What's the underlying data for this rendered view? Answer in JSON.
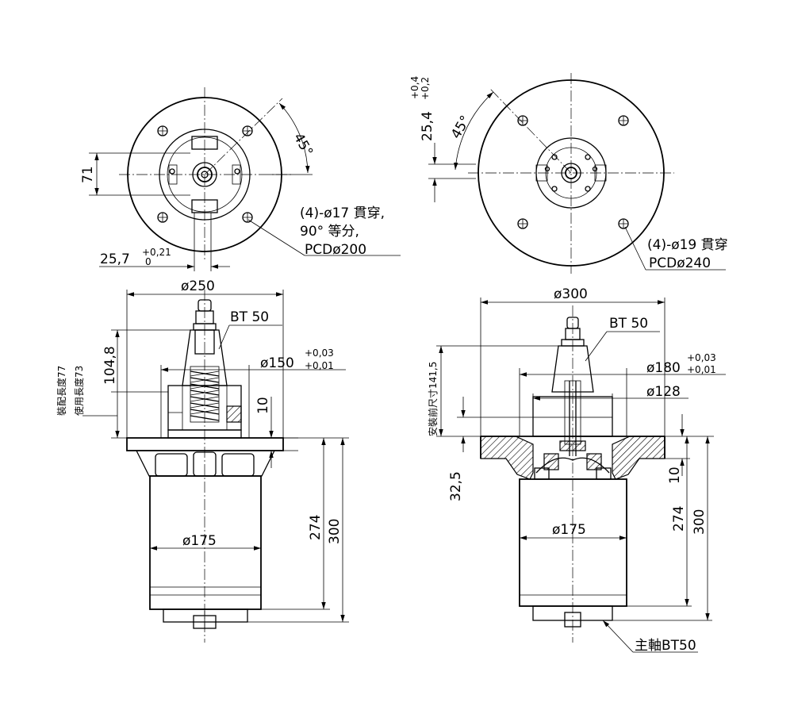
{
  "top_left": {
    "dim_71": "71",
    "dim_angle": "45°",
    "dim_offset": "25,7",
    "tol_upper": "+0,21",
    "tol_lower": "0",
    "holes_line1": "(4)-ø17 貫穿,",
    "holes_line2": "90° 等分,",
    "pcd": "PCDø200"
  },
  "top_right": {
    "dim_offset": "25,4",
    "tol_upper": "+0,4",
    "tol_lower": "+0,2",
    "dim_angle": "45°",
    "holes": "(4)-ø19 貫穿",
    "pcd": "PCDø240"
  },
  "bottom_left": {
    "dia_flange": "ø250",
    "bt": "BT 50",
    "dia_150": "ø150",
    "tol_upper": "+0,03",
    "tol_lower": "+0,01",
    "dim_104": "104,8",
    "mount_len": "裝配長度77",
    "use_len": "使用長度73",
    "dim_10": "10",
    "dim_274": "274",
    "dim_300": "300",
    "dia_175": "ø175"
  },
  "bottom_right": {
    "dia_flange": "ø300",
    "bt": "BT 50",
    "dia_180": "ø180",
    "tol_upper": "+0,03",
    "tol_lower": "+0,01",
    "dia_128": "ø128",
    "install": "安裝前尺寸141,5",
    "dim_32": "32,5",
    "dim_10": "10",
    "dim_274": "274",
    "dim_300": "300",
    "dia_175": "ø175",
    "spindle": "主軸BT50"
  }
}
